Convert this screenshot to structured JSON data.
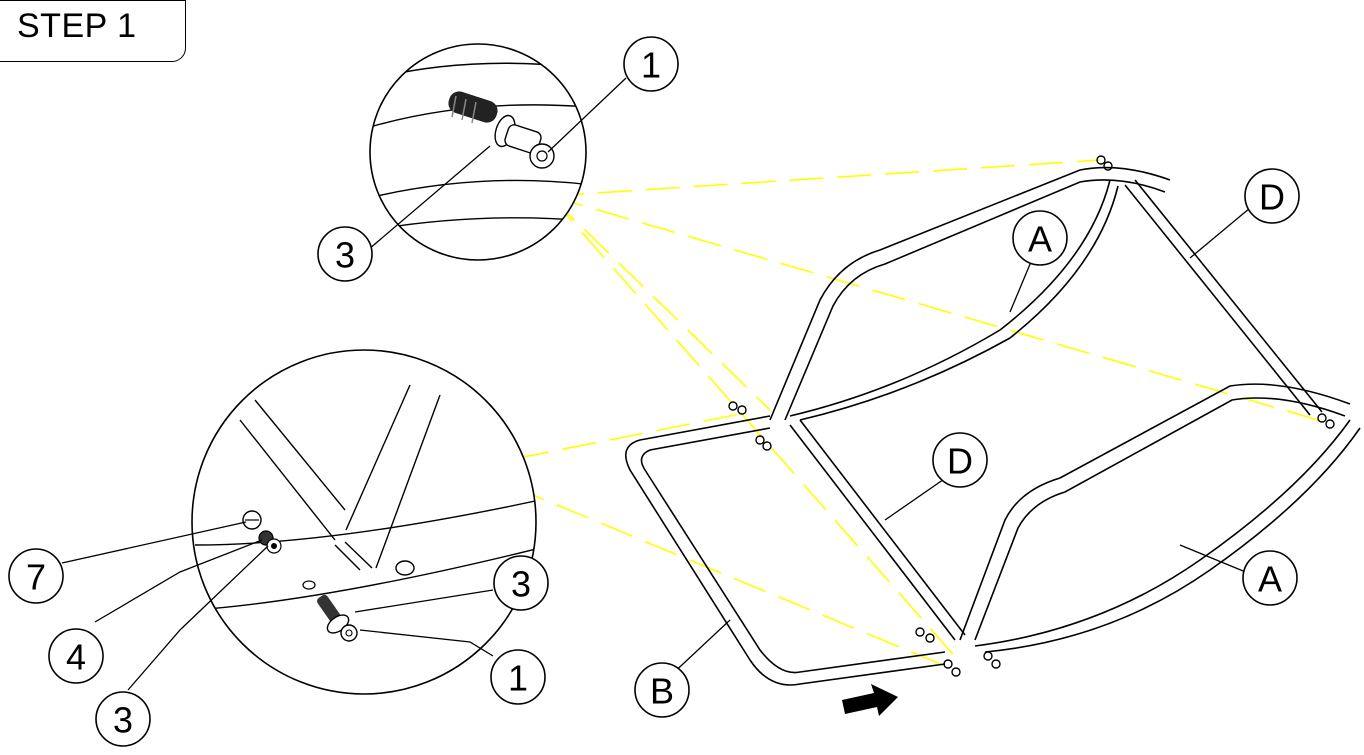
{
  "step": {
    "label": "STEP 1"
  },
  "callouts": {
    "top_detail_1": "1",
    "top_detail_3": "3",
    "left_detail_7": "7",
    "left_detail_4": "4",
    "left_detail_3a": "3",
    "left_detail_3b": "3",
    "left_detail_1": "1",
    "frame_A_upper": "A",
    "frame_A_lower": "A",
    "frame_D_upper": "D",
    "frame_D_lower": "D",
    "frame_B": "B"
  },
  "colors": {
    "line": "#000000",
    "guide": "#ffff00",
    "background": "#ffffff"
  },
  "icons": {
    "direction": "arrow-right-icon"
  }
}
